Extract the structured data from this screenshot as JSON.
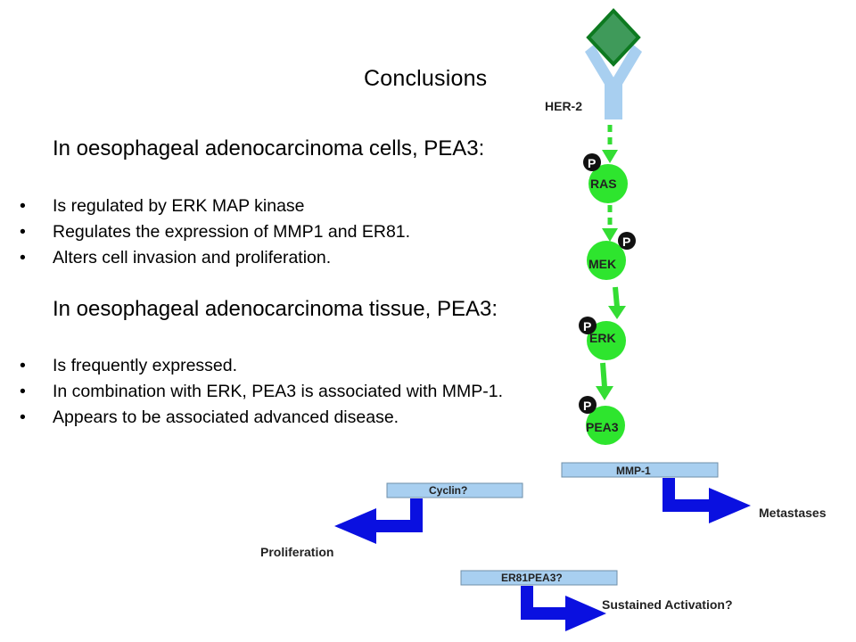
{
  "slide": {
    "title": "Conclusions",
    "cells_heading": "In oesophageal adenocarcinoma cells, PEA3:",
    "cells_points": [
      "Is regulated by ERK MAP kinase",
      "Regulates the expression of MMP1 and ER81.",
      "Alters cell invasion and proliferation."
    ],
    "tissue_heading": "In oesophageal adenocarcinoma tissue, PEA3:",
    "tissue_points": [
      "Is frequently expressed.",
      "In combination with ERK, PEA3 is associated with MMP-1.",
      "Appears to be associated advanced disease."
    ]
  },
  "pathway": {
    "receptor": "HER-2",
    "phospho": "P",
    "nodes": [
      "RAS",
      "MEK",
      "ERK",
      "PEA3"
    ],
    "genes": {
      "mmp1": "MMP-1",
      "cyclin": "Cyclin?",
      "er81": "ER81PEA3?"
    },
    "outcomes": {
      "metastases": "Metastases",
      "proliferation": "Proliferation",
      "sustained": "Sustained Activation?"
    }
  },
  "colors": {
    "receptor_arm": "#a8cff0",
    "ligand_fill": "#3f9a5a",
    "ligand_border": "#0d7a20",
    "node_fill": "#2ee52e",
    "arrow_green": "#33dd33",
    "arrow_blue": "#0a10e0",
    "gene_box": "#a8cff0"
  }
}
